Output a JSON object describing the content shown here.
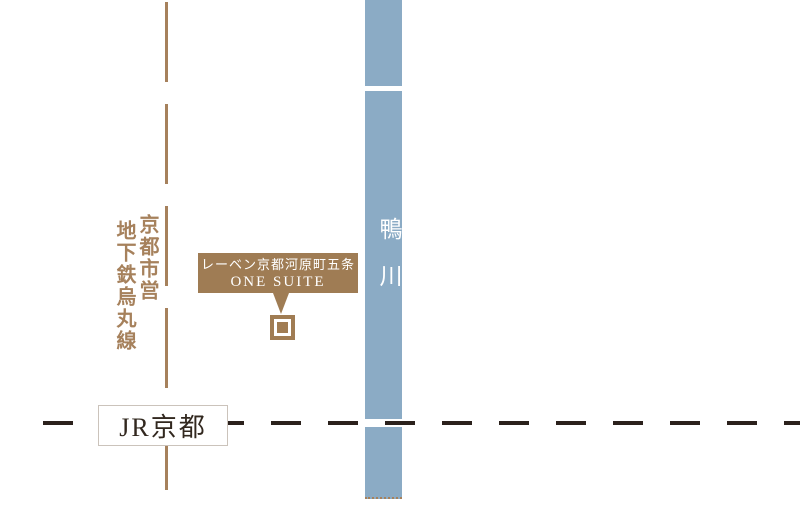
{
  "map": {
    "subway": {
      "name": "京都市営地下鉄烏丸線",
      "columns": [
        "京都市営",
        "地下鉄烏丸線"
      ],
      "color": "#a6815c"
    },
    "river": {
      "name": "鴨川",
      "band_color": "#8babc5",
      "text_color": "#ffffff"
    },
    "property": {
      "name_line1": "レーベン京都河原町五条",
      "name_line2": "ONE SUITE",
      "box_color": "#9f7c54",
      "marker_color": "#a07c53",
      "text_color": "#ffffff"
    },
    "jr": {
      "station_label": "JR京都",
      "line_color": "#2b211c",
      "label_text_color": "#32281f",
      "box_border_color": "#cbc3bb"
    }
  }
}
